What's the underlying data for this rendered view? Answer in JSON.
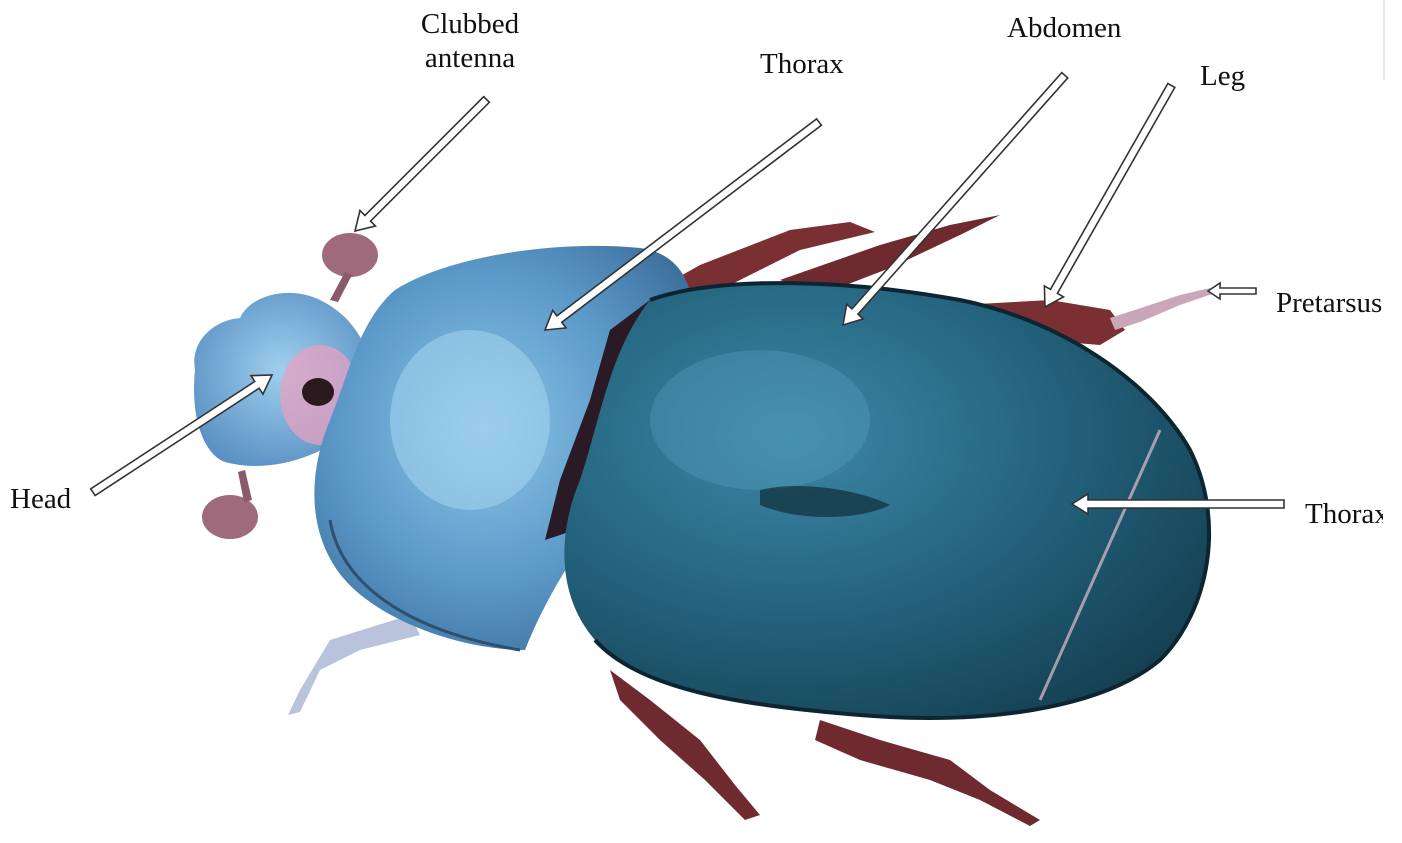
{
  "diagram": {
    "labels": {
      "clubbed_antenna_line1": "Clubbed",
      "clubbed_antenna_line2": "antenna",
      "thorax_top": "Thorax",
      "abdomen": "Abdomen",
      "leg": "Leg",
      "pretarsus": "Pretarsus",
      "head": "Head",
      "thorax_right": "Thorax"
    }
  },
  "colors": {
    "background": "#ffffff",
    "body_blue": "#5f9ccb",
    "elytra_dark": "#1e5a6c",
    "leg_maroon": "#7a2f33",
    "pink_highlight": "#e7a0c0",
    "arrow_outline": "#333333"
  }
}
